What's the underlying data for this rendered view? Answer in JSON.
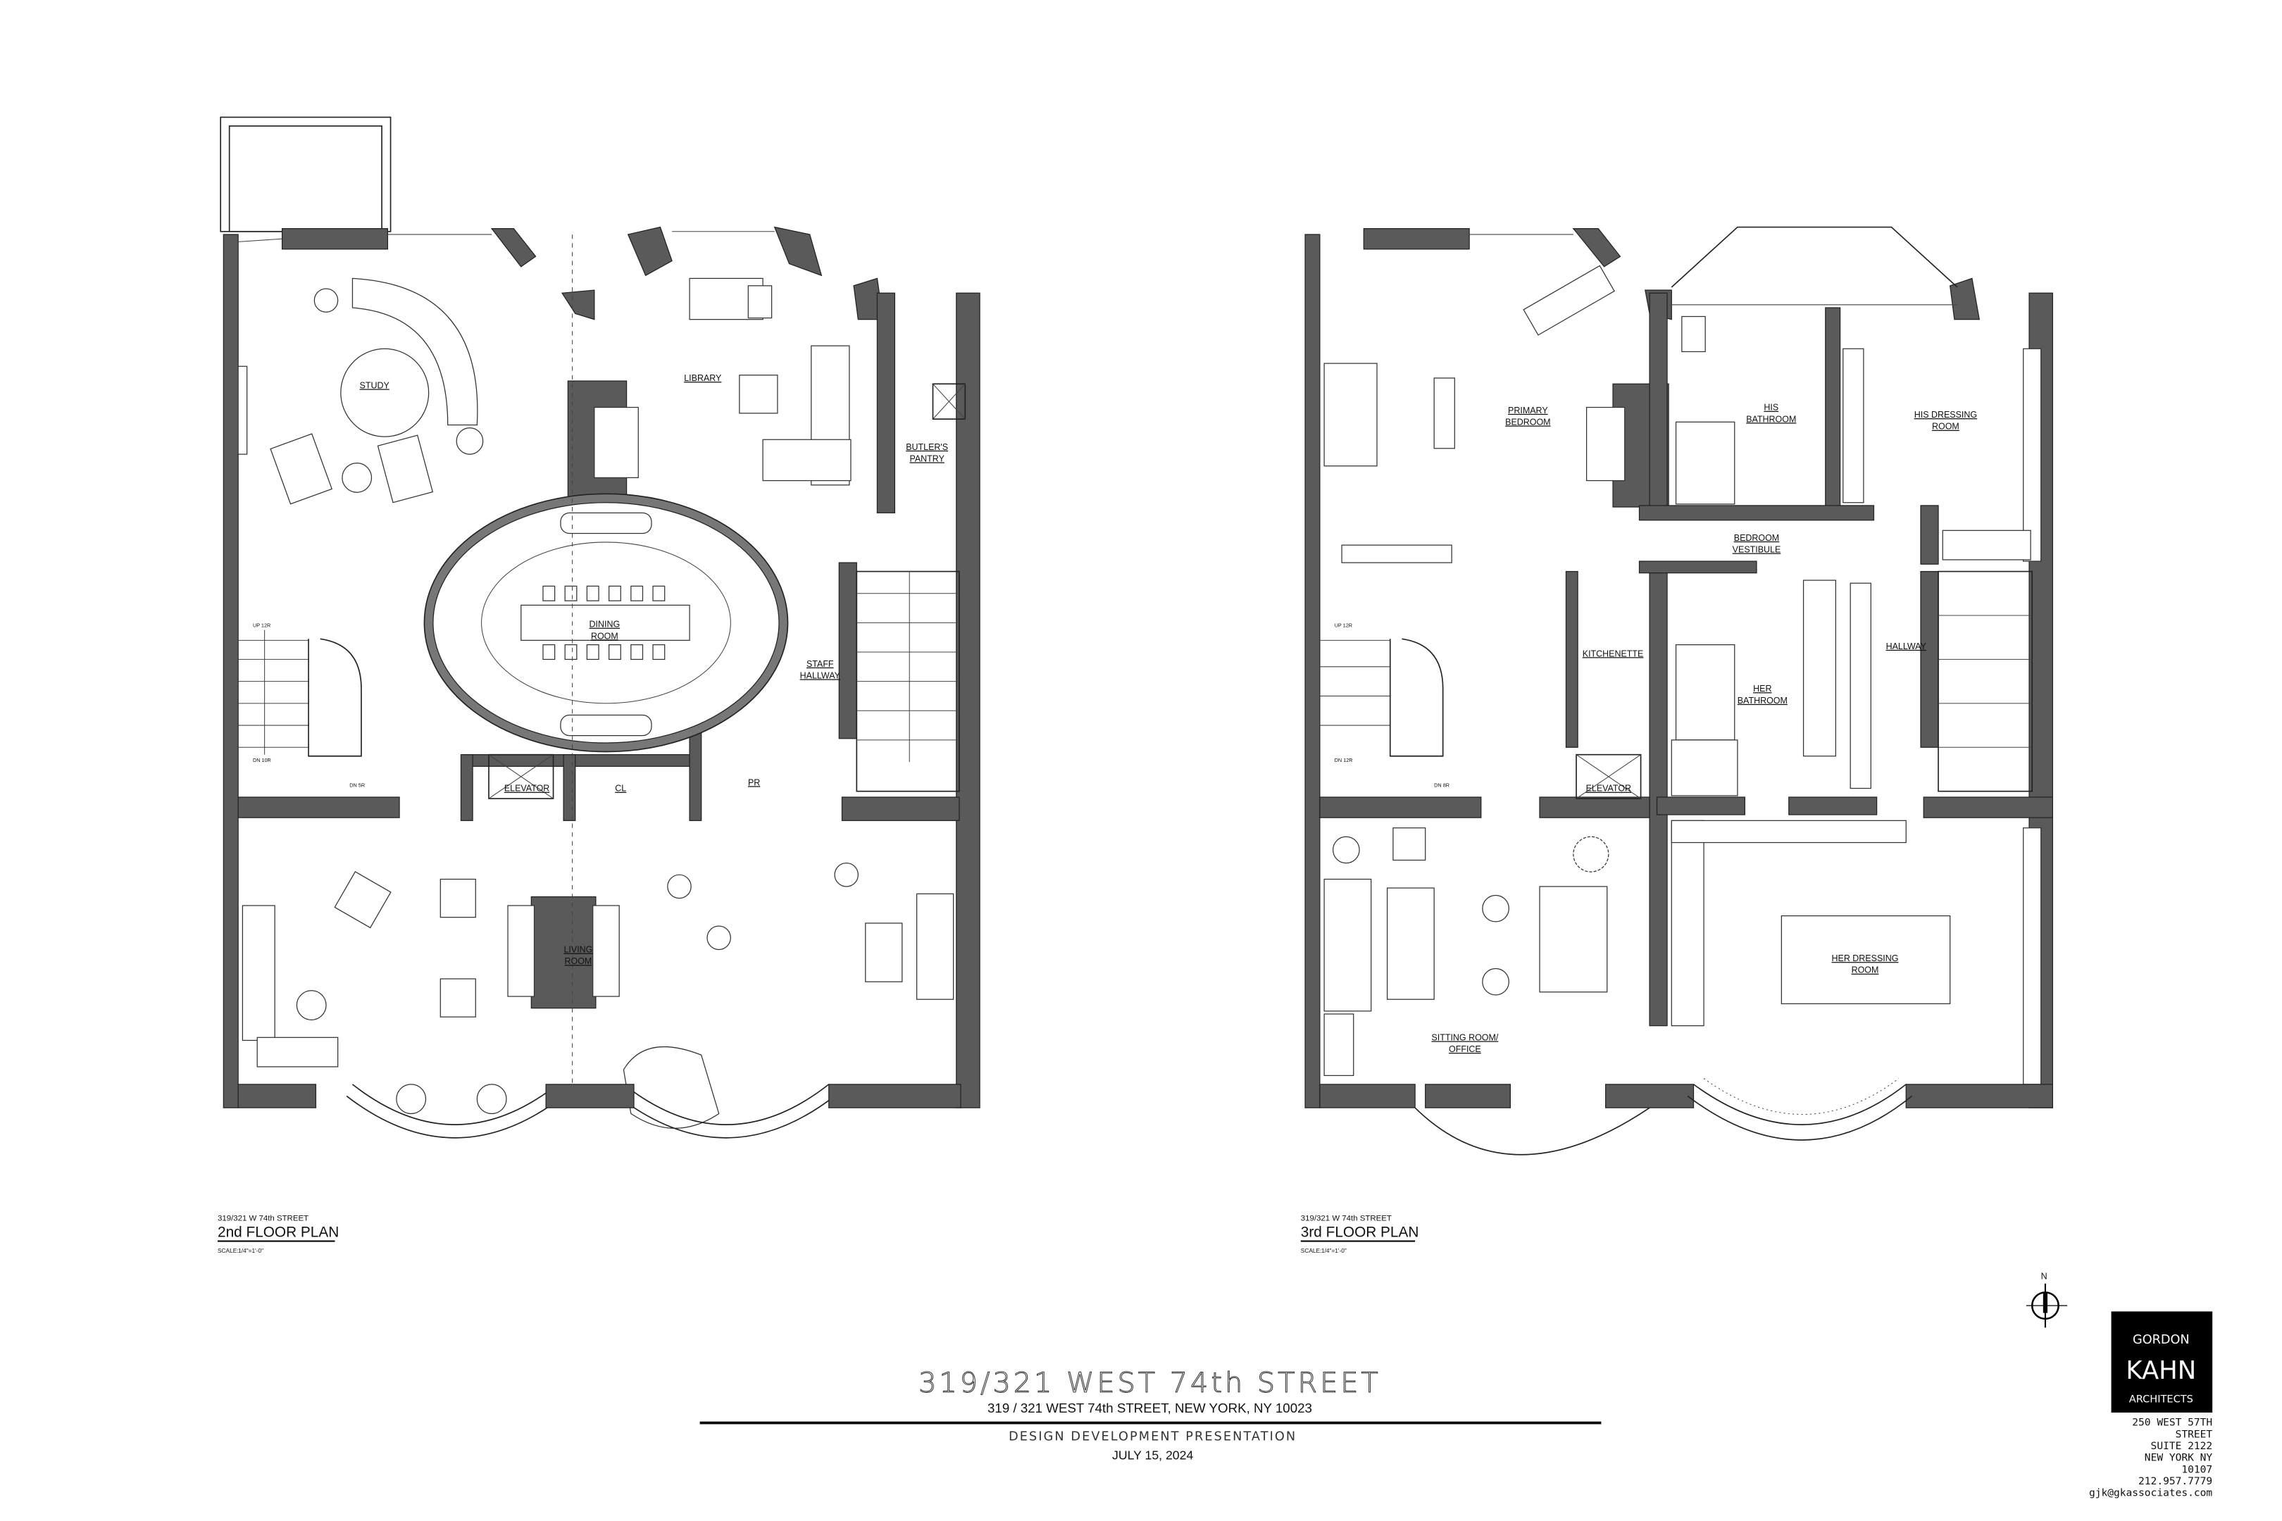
{
  "plans": [
    {
      "street": "319/321 W 74th STREET",
      "title": "2nd FLOOR PLAN",
      "scale_label": "SCALE:",
      "scale": "1/4\"=1'-0\"",
      "rooms": {
        "study": "STUDY",
        "library": "LIBRARY",
        "butlers_pantry": [
          "BUTLER'S",
          "PANTRY"
        ],
        "dining_room": [
          "DINING",
          "ROOM"
        ],
        "staff_hallway": [
          "STAFF",
          "HALLWAY"
        ],
        "elevator": "ELEVATOR",
        "closet": "CL",
        "powder_room": "PR",
        "living_room": [
          "LIVING",
          "ROOM"
        ]
      },
      "stair": {
        "up": "UP 12R",
        "down": "DN 10R",
        "down2": "DN 5R"
      }
    },
    {
      "street": "319/321 W 74th STREET",
      "title": "3rd FLOOR PLAN",
      "scale_label": "SCALE:",
      "scale": "1/4\"=1'-0\"",
      "rooms": {
        "primary_bedroom": [
          "PRIMARY",
          "BEDROOM"
        ],
        "his_bathroom": [
          "HIS",
          "BATHROOM"
        ],
        "his_dressing_room": [
          "HIS DRESSING",
          "ROOM"
        ],
        "bedroom_vestibule": [
          "BEDROOM",
          "VESTIBULE"
        ],
        "kitchenette": "KITCHENETTE",
        "her_bathroom": [
          "HER",
          "BATHROOM"
        ],
        "hallway": "HALLWAY",
        "elevator": "ELEVATOR",
        "sitting_room": [
          "SITTING ROOM/",
          "OFFICE"
        ],
        "her_dressing_room": [
          "HER DRESSING",
          "ROOM"
        ]
      },
      "stair": {
        "up": "UP 12R",
        "down": "DN 12R",
        "down2": "DN 8R"
      }
    }
  ],
  "title_block": {
    "project": "319/321 WEST 74th STREET",
    "address": "319 / 321 WEST 74th STREET, NEW YORK, NY 10023",
    "phase": "DESIGN DEVELOPMENT PRESENTATION",
    "date": "JULY 15, 2024"
  },
  "north_arrow": {
    "label": "N"
  },
  "firm": {
    "logo": [
      "GORDON",
      "KAHN",
      "ARCHITECTS"
    ],
    "address_lines": [
      "250 WEST 57TH",
      "STREET",
      "SUITE 2122",
      "NEW YORK NY",
      "10107",
      "212.957.7779",
      "gjk@gkassociates.com"
    ]
  },
  "colors": {
    "wall": "#5a5a5a",
    "logo_bg": "#000000",
    "line": "#222222"
  }
}
